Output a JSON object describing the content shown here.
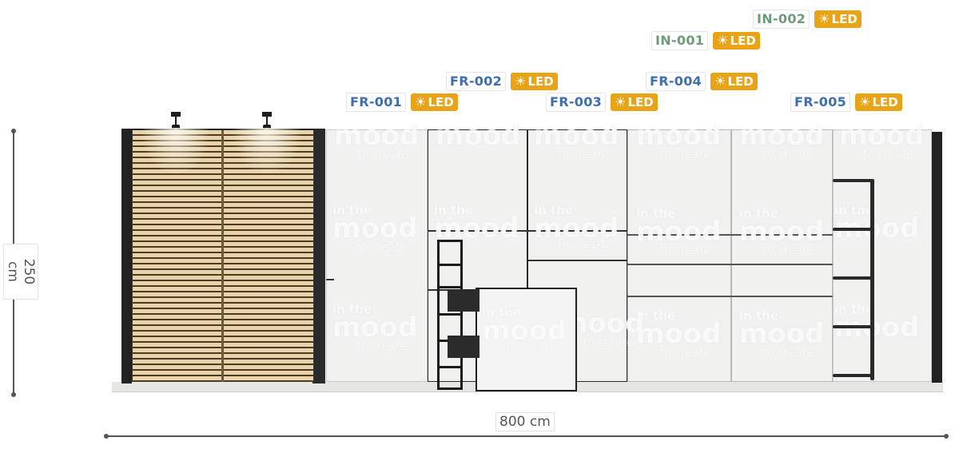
{
  "tags": [
    {
      "code": "IN-002",
      "led": "LED",
      "color": "#6f9c78"
    },
    {
      "code": "IN-001",
      "led": "LED",
      "color": "#6f9c78"
    },
    {
      "code": "FR-002",
      "led": "LED",
      "color": "#3e6fb0"
    },
    {
      "code": "FR-004",
      "led": "LED",
      "color": "#3e6fb0"
    },
    {
      "code": "FR-001",
      "led": "LED",
      "color": "#3e6fb0"
    },
    {
      "code": "FR-003",
      "led": "LED",
      "color": "#3e6fb0"
    },
    {
      "code": "FR-005",
      "led": "LED",
      "color": "#3e6fb0"
    }
  ],
  "led_color": "#e8a317",
  "dimensions": {
    "height": "250 cm",
    "width": "800 cm"
  },
  "watermark": {
    "line1": "in the",
    "line2": "mood",
    "line3": "to create"
  },
  "icons": {
    "led": "sun-icon"
  }
}
